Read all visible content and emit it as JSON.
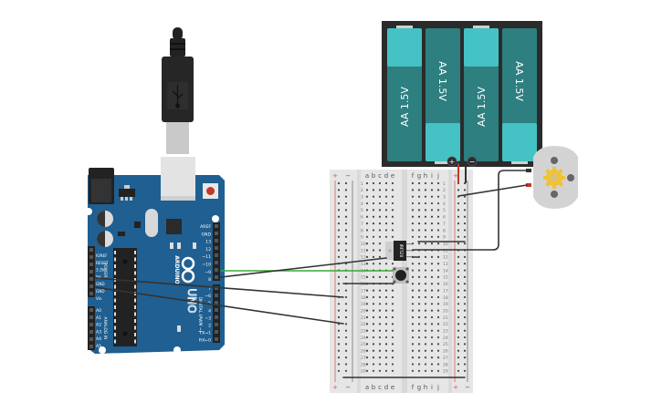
{
  "canvas": {
    "name": "circuit-canvas",
    "background": "#ffffff"
  },
  "usb_cable": {
    "icon": "usb-icon",
    "color": "#222222"
  },
  "arduino": {
    "brand": "ARDUINO",
    "model": "UNO",
    "board_color": "#1f5f91",
    "reset_label": "",
    "power_header_labels": [
      "IOREF",
      "RESET",
      "3.3V",
      "5V",
      "GND",
      "GND",
      "Vin"
    ],
    "power_title": "POWER",
    "analog_labels": [
      "A0",
      "A1",
      "A2",
      "A3",
      "A4",
      "A5"
    ],
    "analog_title": "ANALOG IN",
    "digital_labels_top": [
      "AREF",
      "GND",
      "13",
      "12",
      "~11",
      "~10",
      "~9",
      "8"
    ],
    "digital_labels_bottom": [
      "7",
      "~6",
      "~5",
      "4",
      "~3",
      "2",
      "TX→1",
      "RX←0"
    ],
    "digital_title": "DIGITAL (PWM ~)",
    "led_labels": [
      "RX",
      "TX",
      "L"
    ],
    "on_label": "ON"
  },
  "battery_pack": {
    "cells": [
      {
        "label": "AA 1.5V",
        "orientation": "up"
      },
      {
        "label": "AA 1.5V",
        "orientation": "down"
      },
      {
        "label": "AA 1.5V",
        "orientation": "up"
      },
      {
        "label": "AA 1.5V",
        "orientation": "down"
      }
    ],
    "plus_label": "+",
    "minus_label": "−",
    "cell_light": "#45c2c4",
    "cell_dark": "#2d7f80",
    "case_color": "#2b2b2b"
  },
  "breadboard": {
    "columns_left": [
      "a",
      "b",
      "c",
      "d",
      "e"
    ],
    "columns_right": [
      "f",
      "g",
      "h",
      "i",
      "j"
    ],
    "rows": 29,
    "rail_plus": "+",
    "rail_minus": "−",
    "body_color": "#e4e4e4"
  },
  "mosfet": {
    "label": "IRF520",
    "color": "#222222"
  },
  "pushbutton": {
    "name": "push-button"
  },
  "motor": {
    "name": "dc-motor",
    "body_color": "#d0d0d0",
    "gear_color": "#f1c232"
  },
  "wires": {
    "signal_color": "#3aaa35",
    "ground_color": "#333333",
    "power_color": "#333333"
  }
}
